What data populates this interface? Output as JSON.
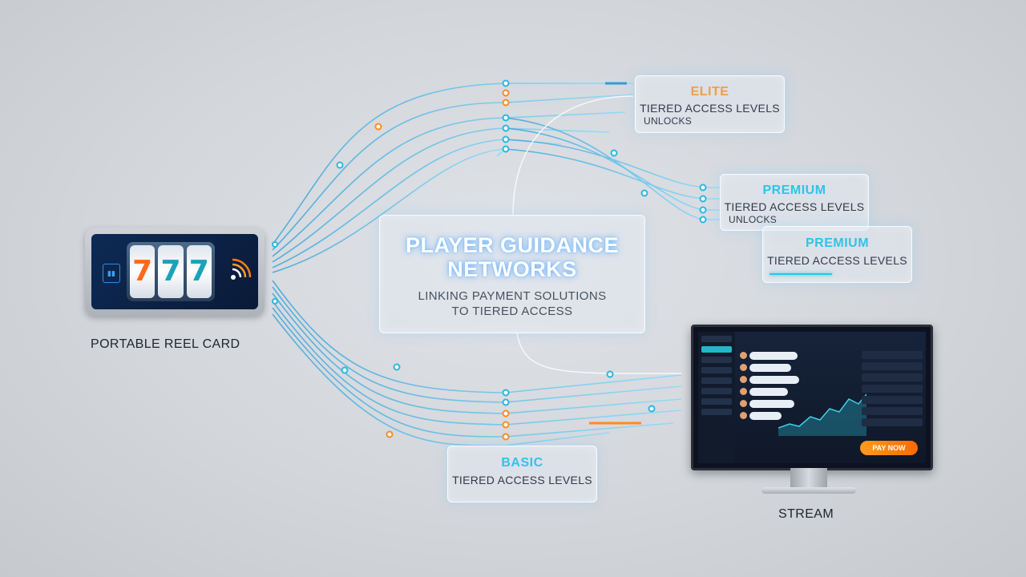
{
  "center": {
    "title_line1": "PLAYER GUIDANCE",
    "title_line2": "NETWORKS",
    "subtitle_line1": "LINKING PAYMENT SOLUTIONS",
    "subtitle_line2": "TO TIERED ACCESS"
  },
  "tiers": {
    "elite": {
      "title": "ELITE",
      "subtitle": "TIERED ACCESS LEVELS",
      "note": "UNLOCKS"
    },
    "premium1": {
      "title": "PREMIUM",
      "subtitle": "TIERED ACCESS LEVELS",
      "note": "UNLOCKS"
    },
    "premium2": {
      "title": "PREMIUM",
      "subtitle": "TIERED ACCESS LEVELS"
    },
    "basic": {
      "title": "BASIC",
      "subtitle": "TIERED ACCESS LEVELS"
    }
  },
  "devices": {
    "left_label": "PORTABLE REEL CARD",
    "right_label": "STREAM",
    "reel_symbols": [
      "7",
      "7",
      "7"
    ],
    "pay_button": "PAY NOW"
  },
  "colors": {
    "accent_cyan": "#2ab7e0",
    "accent_orange": "#ff8a1e",
    "elite_title": "#f0a040",
    "premium_title": "#2ec4e8",
    "basic_title": "#2ec4e8"
  },
  "icons": [
    "wireless-signal-icon",
    "slot-reel-icon"
  ]
}
